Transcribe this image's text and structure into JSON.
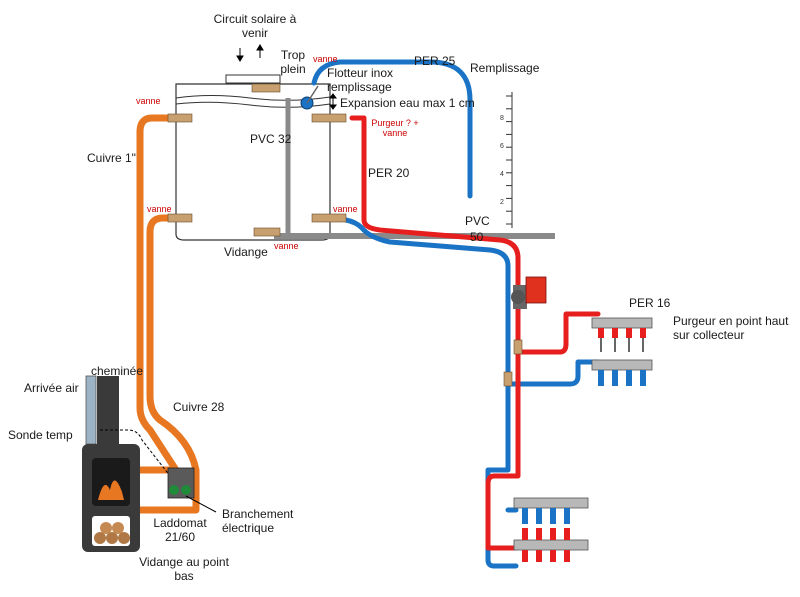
{
  "labels": {
    "circuit_solaire": "Circuit solaire à venir",
    "trop_plein": "Trop plein",
    "flotteur": "Flotteur inox remplissage",
    "expansion": "Expansion eau max 1 cm",
    "per25": "PER 25",
    "remplissage": "Remplissage",
    "purgeur_vanne": "Purgeur ? + vanne",
    "pvc32": "PVC 32",
    "per20": "PER 20",
    "cuivre1": "Cuivre 1\"",
    "pvc50_a": "PVC",
    "pvc50_b": "50",
    "vidange": "Vidange",
    "per16": "PER 16",
    "purgeur_collecteur": "Purgeur en point haut sur collecteur",
    "arrivee_air": "Arrivée air",
    "cheminee": "cheminée",
    "sonde_temp": "Sonde temp",
    "cuivre28": "Cuivre 28",
    "branchement": "Branchement électrique",
    "laddomat": "Laddomat 21/60",
    "vidange_point_bas": "Vidange au point bas"
  },
  "valves": {
    "v_top_left": "vanne",
    "v_mid_left": "vanne",
    "v_top_pipe": "vanne",
    "v_mid_right": "vanne",
    "v_bottom": "vanne"
  },
  "gauge_ticks": [
    "8",
    "6",
    "4",
    "2"
  ],
  "colors": {
    "copper": "#e87722",
    "hot": "#e61e1e",
    "cold": "#1a73c4",
    "pvc": "#888888",
    "tank": "#333333",
    "valve_label": "#cc0000"
  }
}
